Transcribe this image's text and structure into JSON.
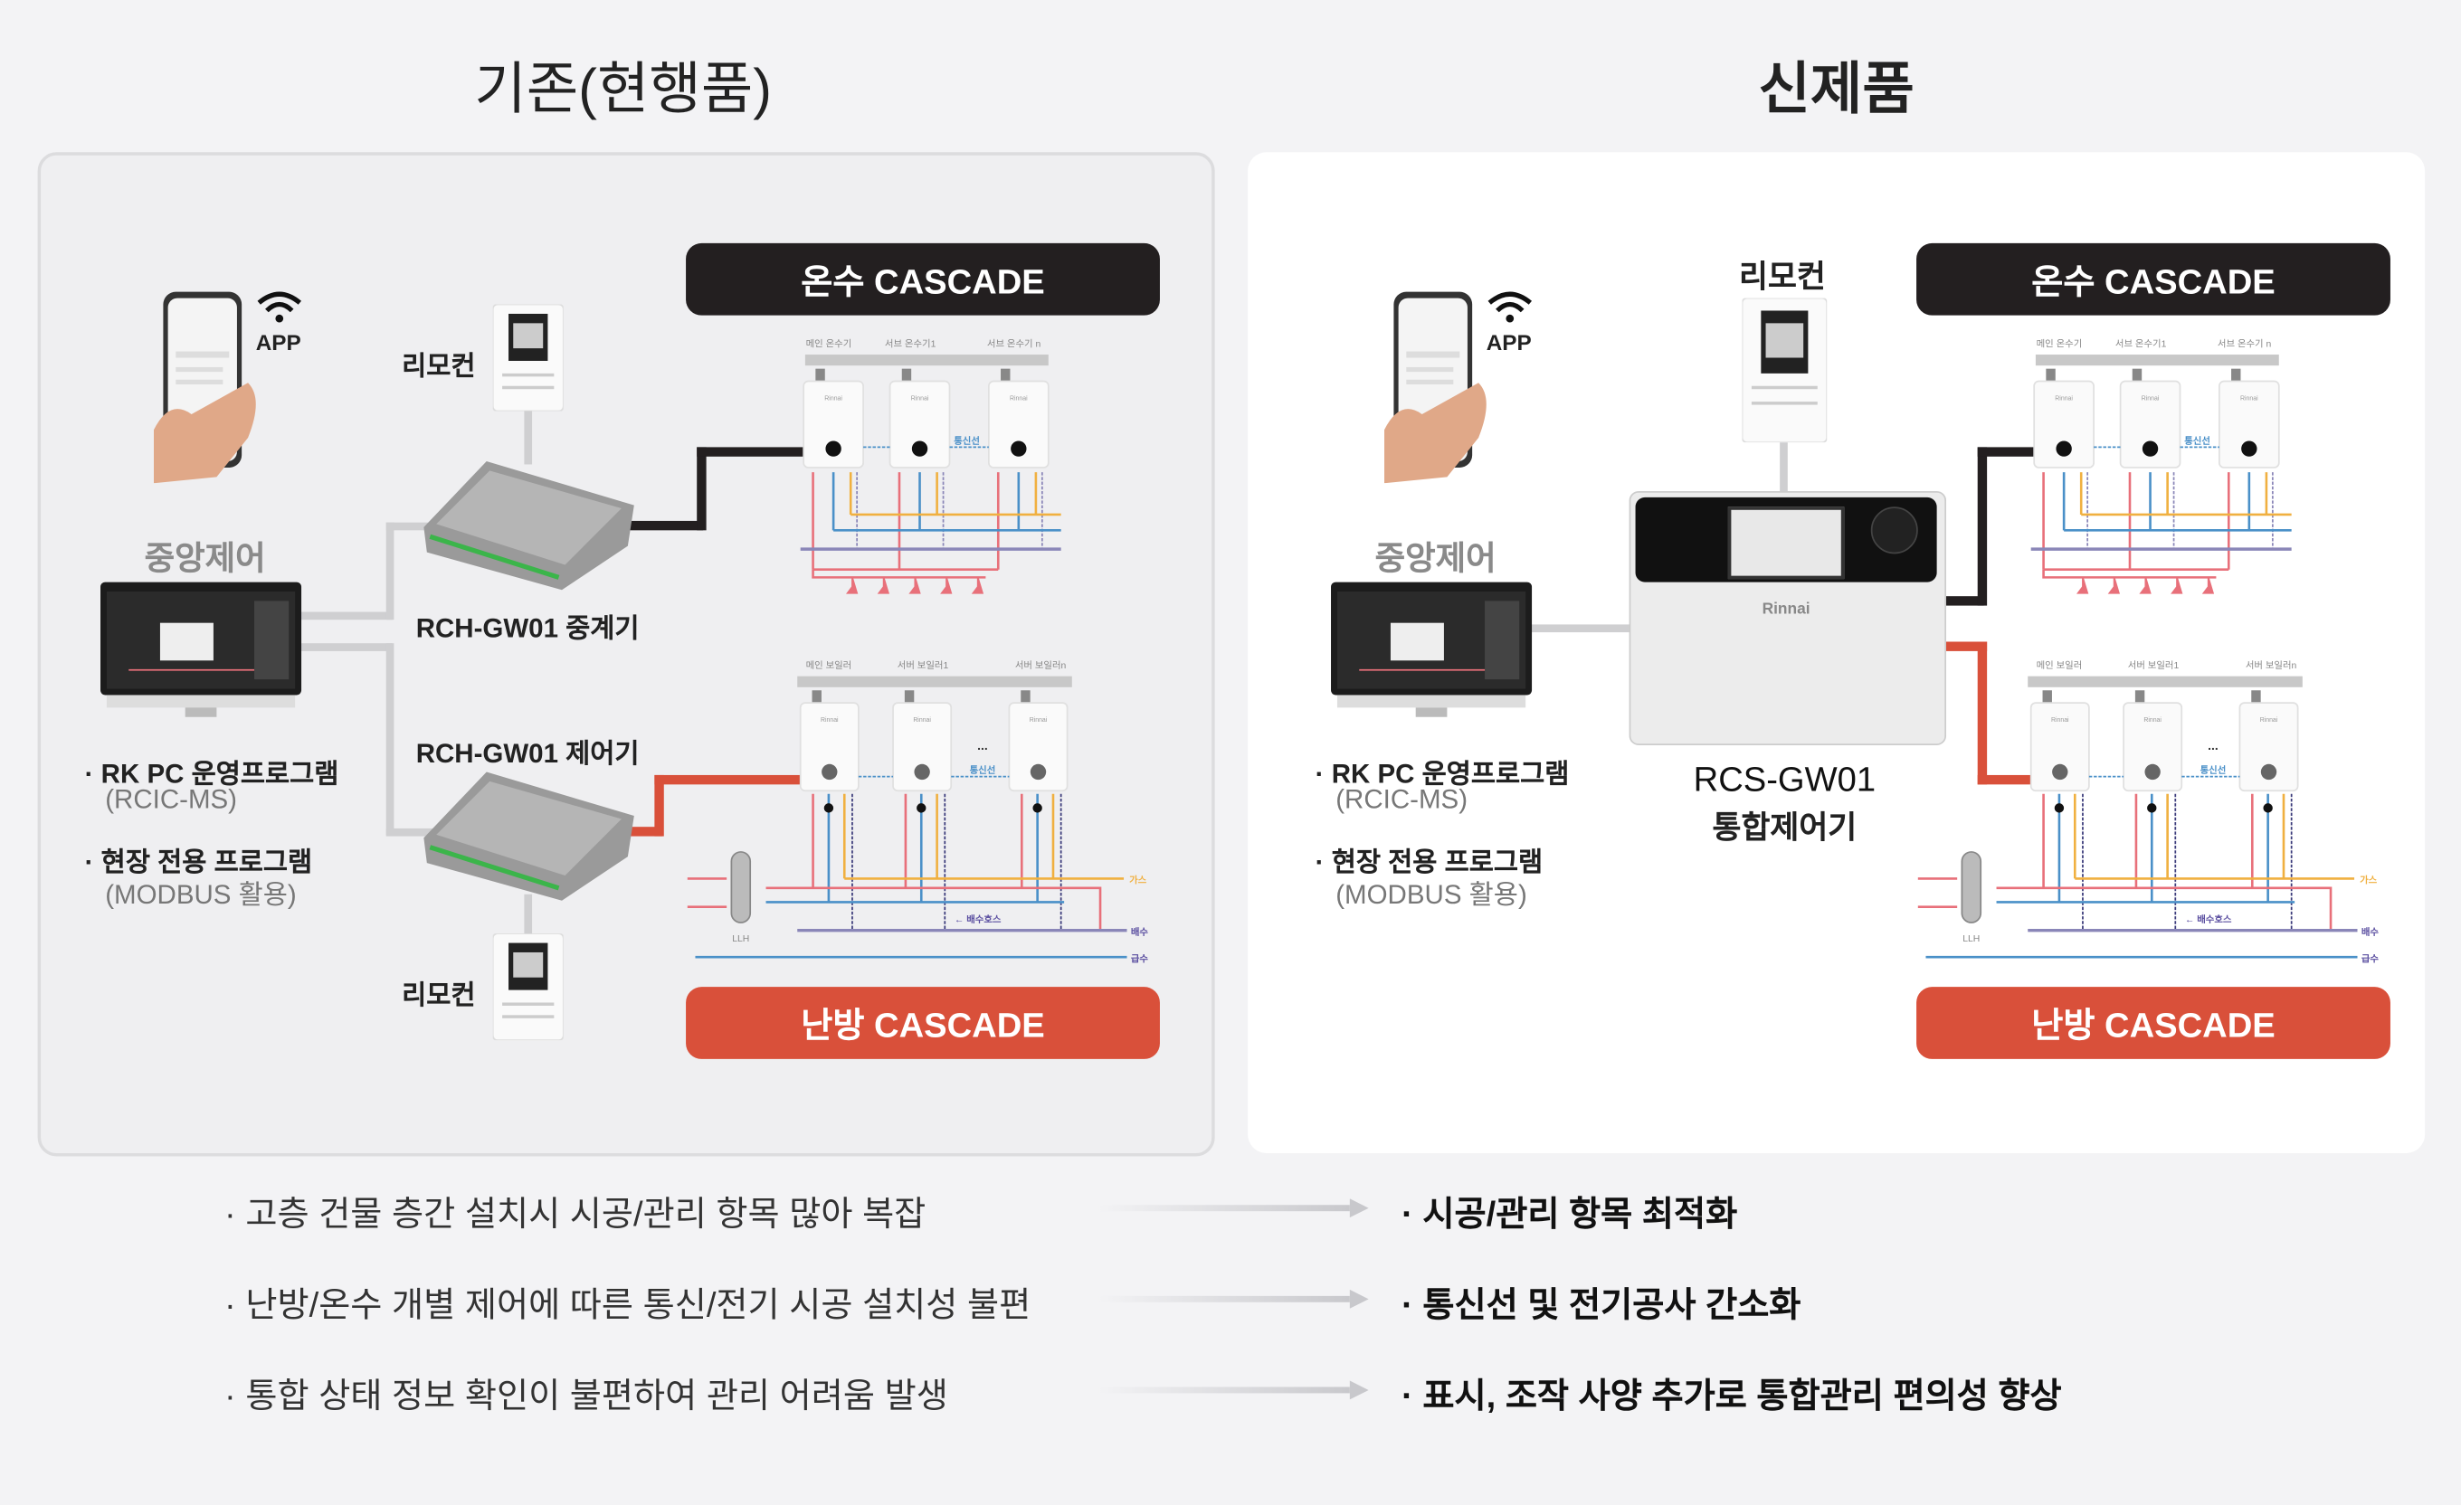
{
  "titles": {
    "left": "기존(현행품)",
    "right": "신제품"
  },
  "left": {
    "dhw_cascade": "온수 CASCADE",
    "heat_cascade": "난방 CASCADE",
    "app_label": "APP",
    "remote_top": "리모컨",
    "remote_bottom": "리모컨",
    "central_control": "중앙제어",
    "relay_label": "RCH-GW01 중계기",
    "controller_label": "RCH-GW01 제어기",
    "program1": "· RK PC 운영프로그램",
    "program1_sub": "(RCIC-MS)",
    "program2": "· 현장 전용 프로그램",
    "program2_sub": "(MODBUS 활용)"
  },
  "right": {
    "dhw_cascade": "온수 CASCADE",
    "heat_cascade": "난방 CASCADE",
    "app_label": "APP",
    "remote": "리모컨",
    "central_control": "중앙제어",
    "device_label_1": "RCS-GW01",
    "device_label_2": "통합제어기",
    "device_brand": "Rinnai",
    "program1": "· RK PC 운영프로그램",
    "program1_sub": "(RCIC-MS)",
    "program2": "· 현장 전용 프로그램",
    "program2_sub": "(MODBUS 활용)"
  },
  "dhw_diagram": {
    "units": [
      "메인 온수기",
      "서브 온수기1",
      "서브 온수기 n"
    ],
    "comm": "통신선",
    "brand": "Rinnai"
  },
  "heat_diagram": {
    "units": [
      "메인 보일러",
      "서버 보일러1",
      "서버 보일러n"
    ],
    "comm": "통신선",
    "ellipsis": "...",
    "llh": "LLH",
    "drain_hose": "← 배수호스",
    "gas": "가스",
    "drain": "배수",
    "supply": "급수",
    "brand": "Rinnai"
  },
  "comparison": {
    "before": [
      "· 고층 건물 층간 설치시 시공/관리 항목 많아 복잡",
      "· 난방/온수 개별 제어에 따른 통신/전기 시공 설치성 불편",
      "· 통합 상태 정보 확인이 불편하여 관리 어려움 발생"
    ],
    "after": [
      "· 시공/관리 항목 최적화",
      "· 통신선 및 전기공사 간소화",
      "· 표시, 조작 사양 추가로 통합관리 편의성 향상"
    ]
  },
  "colors": {
    "dark": "#231f20",
    "red": "#d9503a",
    "connector": "#cfcfd1",
    "pipe_red": "#e8707a",
    "pipe_blue": "#4a90c8",
    "pipe_orange": "#f0b040",
    "pipe_purple": "#8a86b8"
  }
}
